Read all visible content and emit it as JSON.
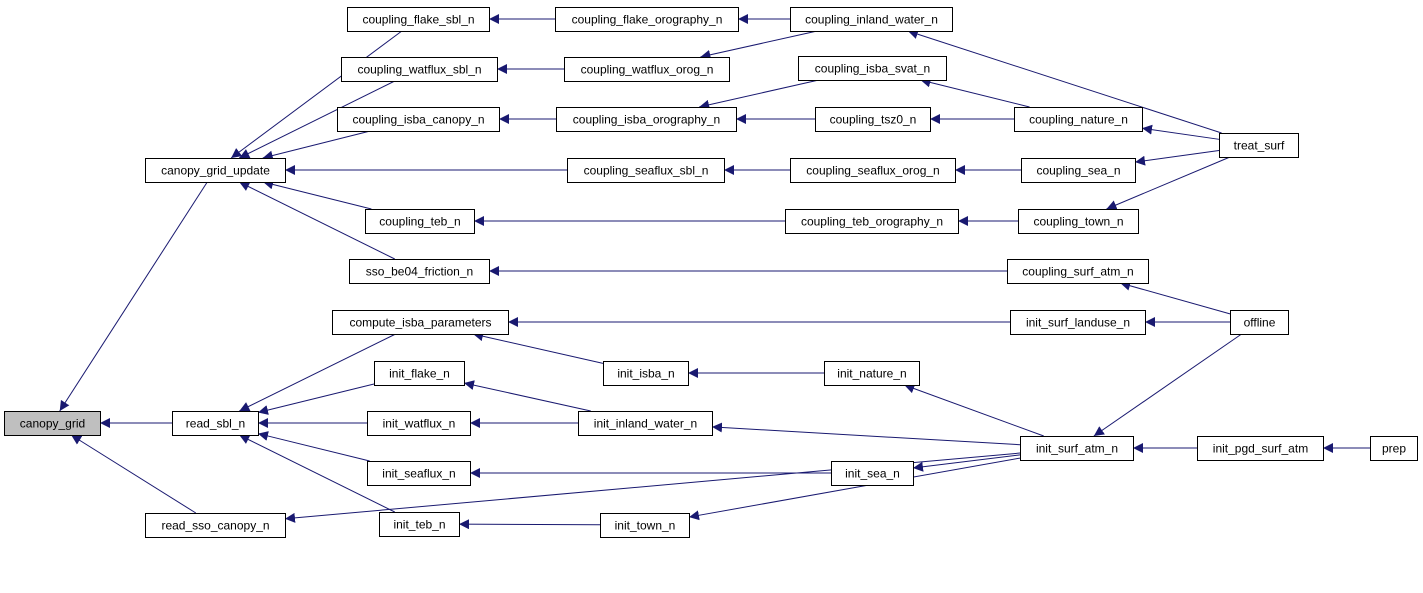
{
  "colors": {
    "edge": "#191970",
    "node_fill": "#ffffff",
    "root_fill": "#bfbfbf",
    "node_stroke": "#000000"
  },
  "nodes": [
    {
      "id": "canopy_grid",
      "label": "canopy_grid",
      "root": true
    },
    {
      "id": "canopy_grid_update",
      "label": "canopy_grid_update"
    },
    {
      "id": "read_sbl_n",
      "label": "read_sbl_n"
    },
    {
      "id": "read_sso_canopy_n",
      "label": "read_sso_canopy_n"
    },
    {
      "id": "coupling_flake_sbl_n",
      "label": "coupling_flake_sbl_n"
    },
    {
      "id": "coupling_watflux_sbl_n",
      "label": "coupling_watflux_sbl_n"
    },
    {
      "id": "coupling_isba_canopy_n",
      "label": "coupling_isba_canopy_n"
    },
    {
      "id": "coupling_seaflux_sbl_n",
      "label": "coupling_seaflux_sbl_n"
    },
    {
      "id": "coupling_teb_n",
      "label": "coupling_teb_n"
    },
    {
      "id": "sso_be04_friction_n",
      "label": "sso_be04_friction_n"
    },
    {
      "id": "compute_isba_parameters",
      "label": "compute_isba_parameters"
    },
    {
      "id": "init_flake_n",
      "label": "init_flake_n"
    },
    {
      "id": "init_watflux_n",
      "label": "init_watflux_n"
    },
    {
      "id": "init_seaflux_n",
      "label": "init_seaflux_n"
    },
    {
      "id": "init_teb_n",
      "label": "init_teb_n"
    },
    {
      "id": "coupling_flake_orography_n",
      "label": "coupling_flake_orography_n"
    },
    {
      "id": "coupling_watflux_orog_n",
      "label": "coupling_watflux_orog_n"
    },
    {
      "id": "coupling_isba_orography_n",
      "label": "coupling_isba_orography_n"
    },
    {
      "id": "init_isba_n",
      "label": "init_isba_n"
    },
    {
      "id": "init_inland_water_n",
      "label": "init_inland_water_n"
    },
    {
      "id": "init_town_n",
      "label": "init_town_n"
    },
    {
      "id": "coupling_inland_water_n",
      "label": "coupling_inland_water_n"
    },
    {
      "id": "coupling_isba_svat_n",
      "label": "coupling_isba_svat_n"
    },
    {
      "id": "coupling_tsz0_n",
      "label": "coupling_tsz0_n"
    },
    {
      "id": "coupling_seaflux_orog_n",
      "label": "coupling_seaflux_orog_n"
    },
    {
      "id": "coupling_teb_orography_n",
      "label": "coupling_teb_orography_n"
    },
    {
      "id": "init_nature_n",
      "label": "init_nature_n"
    },
    {
      "id": "init_sea_n",
      "label": "init_sea_n"
    },
    {
      "id": "coupling_nature_n",
      "label": "coupling_nature_n"
    },
    {
      "id": "coupling_sea_n",
      "label": "coupling_sea_n"
    },
    {
      "id": "coupling_town_n",
      "label": "coupling_town_n"
    },
    {
      "id": "coupling_surf_atm_n",
      "label": "coupling_surf_atm_n"
    },
    {
      "id": "init_surf_landuse_n",
      "label": "init_surf_landuse_n"
    },
    {
      "id": "init_surf_atm_n",
      "label": "init_surf_atm_n"
    },
    {
      "id": "treat_surf",
      "label": "treat_surf"
    },
    {
      "id": "offline",
      "label": "offline"
    },
    {
      "id": "init_pgd_surf_atm",
      "label": "init_pgd_surf_atm"
    },
    {
      "id": "prep",
      "label": "prep"
    }
  ],
  "edges": [
    [
      "canopy_grid_update",
      "canopy_grid"
    ],
    [
      "read_sbl_n",
      "canopy_grid"
    ],
    [
      "read_sso_canopy_n",
      "canopy_grid"
    ],
    [
      "coupling_flake_sbl_n",
      "canopy_grid_update"
    ],
    [
      "coupling_watflux_sbl_n",
      "canopy_grid_update"
    ],
    [
      "coupling_isba_canopy_n",
      "canopy_grid_update"
    ],
    [
      "coupling_seaflux_sbl_n",
      "canopy_grid_update"
    ],
    [
      "coupling_teb_n",
      "canopy_grid_update"
    ],
    [
      "sso_be04_friction_n",
      "canopy_grid_update"
    ],
    [
      "compute_isba_parameters",
      "read_sbl_n"
    ],
    [
      "init_flake_n",
      "read_sbl_n"
    ],
    [
      "init_watflux_n",
      "read_sbl_n"
    ],
    [
      "init_seaflux_n",
      "read_sbl_n"
    ],
    [
      "init_teb_n",
      "read_sbl_n"
    ],
    [
      "init_surf_atm_n",
      "read_sso_canopy_n"
    ],
    [
      "coupling_flake_orography_n",
      "coupling_flake_sbl_n"
    ],
    [
      "coupling_watflux_orog_n",
      "coupling_watflux_sbl_n"
    ],
    [
      "coupling_isba_orography_n",
      "coupling_isba_canopy_n"
    ],
    [
      "coupling_seaflux_orog_n",
      "coupling_seaflux_sbl_n"
    ],
    [
      "coupling_teb_orography_n",
      "coupling_teb_n"
    ],
    [
      "coupling_surf_atm_n",
      "sso_be04_friction_n"
    ],
    [
      "init_isba_n",
      "compute_isba_parameters"
    ],
    [
      "init_surf_landuse_n",
      "compute_isba_parameters"
    ],
    [
      "init_inland_water_n",
      "init_flake_n"
    ],
    [
      "init_inland_water_n",
      "init_watflux_n"
    ],
    [
      "init_sea_n",
      "init_seaflux_n"
    ],
    [
      "init_town_n",
      "init_teb_n"
    ],
    [
      "coupling_inland_water_n",
      "coupling_flake_orography_n"
    ],
    [
      "coupling_inland_water_n",
      "coupling_watflux_orog_n"
    ],
    [
      "coupling_isba_svat_n",
      "coupling_isba_orography_n"
    ],
    [
      "coupling_tsz0_n",
      "coupling_isba_orography_n"
    ],
    [
      "coupling_sea_n",
      "coupling_seaflux_orog_n"
    ],
    [
      "coupling_town_n",
      "coupling_teb_orography_n"
    ],
    [
      "init_nature_n",
      "init_isba_n"
    ],
    [
      "init_surf_atm_n",
      "init_inland_water_n"
    ],
    [
      "init_surf_atm_n",
      "init_town_n"
    ],
    [
      "coupling_nature_n",
      "coupling_isba_svat_n"
    ],
    [
      "coupling_nature_n",
      "coupling_tsz0_n"
    ],
    [
      "init_surf_atm_n",
      "init_nature_n"
    ],
    [
      "init_surf_atm_n",
      "init_sea_n"
    ],
    [
      "treat_surf",
      "coupling_inland_water_n"
    ],
    [
      "treat_surf",
      "coupling_nature_n"
    ],
    [
      "treat_surf",
      "coupling_sea_n"
    ],
    [
      "treat_surf",
      "coupling_town_n"
    ],
    [
      "offline",
      "coupling_surf_atm_n"
    ],
    [
      "offline",
      "init_surf_landuse_n"
    ],
    [
      "offline",
      "init_surf_atm_n"
    ],
    [
      "init_pgd_surf_atm",
      "init_surf_atm_n"
    ],
    [
      "prep",
      "init_pgd_surf_atm"
    ]
  ]
}
